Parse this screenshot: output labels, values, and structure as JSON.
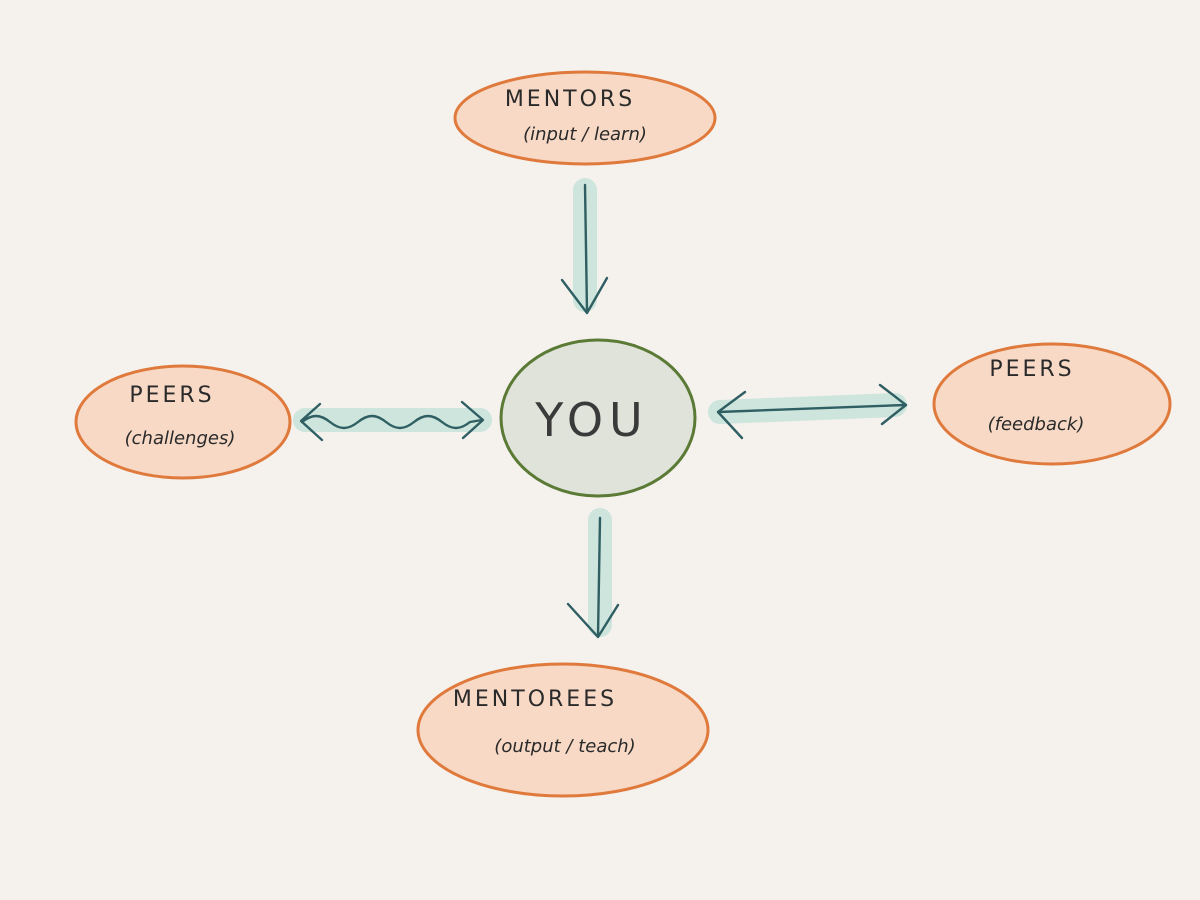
{
  "diagram": {
    "center": {
      "label": "YOU"
    },
    "nodes": {
      "mentors": {
        "title": "MENTORS",
        "subtitle": "(input / learn)"
      },
      "mentorees": {
        "title": "MENTOREES",
        "subtitle": "(output / teach)"
      },
      "peers_left": {
        "title": "PEERS",
        "subtitle": "(challenges)"
      },
      "peers_right": {
        "title": "PEERS",
        "subtitle": "(feedback)"
      }
    },
    "colors": {
      "background": "#f5f2ee",
      "outer_node_fill": "#f7d9c6",
      "outer_node_stroke": "#e07a3c",
      "center_fill": "#dfe3d9",
      "center_stroke": "#5a7a35",
      "arrow": "#2f5e63",
      "arrow_glow": "#bfe0d6"
    }
  }
}
